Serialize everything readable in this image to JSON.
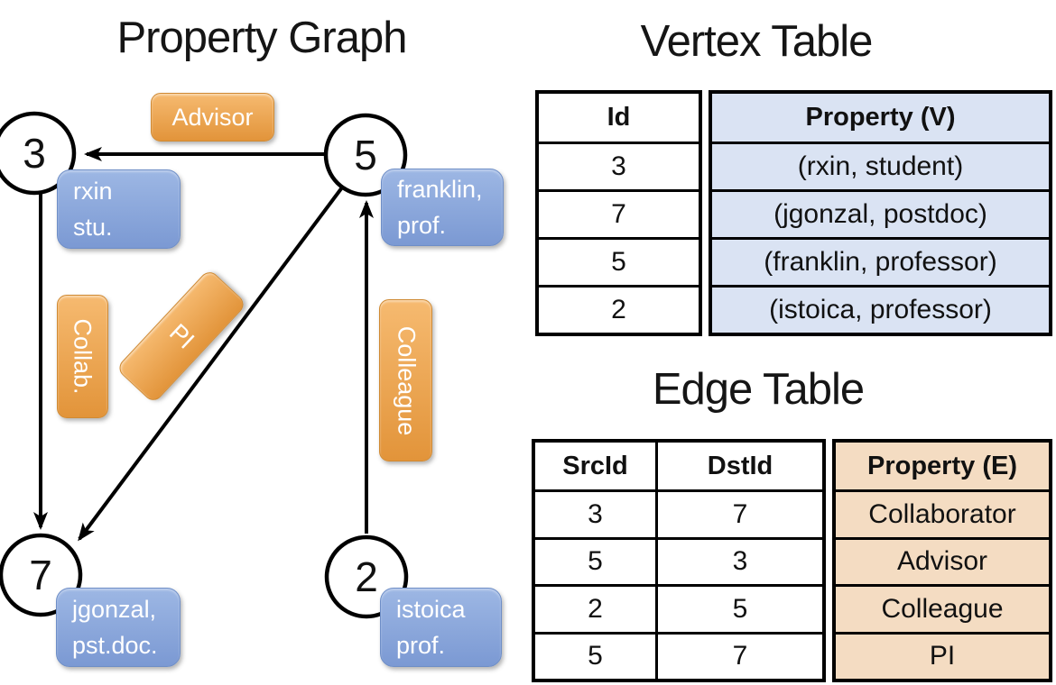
{
  "titles": {
    "graph": "Property Graph",
    "vertex_table": "Vertex Table",
    "edge_table": "Edge Table"
  },
  "graph": {
    "nodes": [
      {
        "id": "3",
        "lines": [
          "rxin",
          "stu."
        ]
      },
      {
        "id": "5",
        "lines": [
          "franklin,",
          "prof."
        ]
      },
      {
        "id": "7",
        "lines": [
          "jgonzal,",
          "pst.doc."
        ]
      },
      {
        "id": "2",
        "lines": [
          "istoica",
          "prof."
        ]
      }
    ],
    "edges": [
      {
        "label": "Advisor",
        "src": "5",
        "dst": "3"
      },
      {
        "label": "Collab.",
        "src": "3",
        "dst": "7"
      },
      {
        "label": "PI",
        "src": "5",
        "dst": "7"
      },
      {
        "label": "Colleague",
        "src": "2",
        "dst": "5"
      }
    ]
  },
  "vertex_table": {
    "headers": {
      "id": "Id",
      "property": "Property (V)"
    },
    "rows": [
      {
        "id": "3",
        "property": "(rxin, student)"
      },
      {
        "id": "7",
        "property": "(jgonzal, postdoc)"
      },
      {
        "id": "5",
        "property": "(franklin, professor)"
      },
      {
        "id": "2",
        "property": "(istoica, professor)"
      }
    ]
  },
  "edge_table": {
    "headers": {
      "src": "SrcId",
      "dst": "DstId",
      "property": "Property (E)"
    },
    "rows": [
      {
        "src": "3",
        "dst": "7",
        "property": "Collaborator"
      },
      {
        "src": "5",
        "dst": "3",
        "property": "Advisor"
      },
      {
        "src": "2",
        "dst": "5",
        "property": "Colleague"
      },
      {
        "src": "5",
        "dst": "7",
        "property": "PI"
      }
    ]
  },
  "colors": {
    "edge_label_orange_top": "#f6ba70",
    "edge_label_orange_bottom": "#e2943a",
    "vertex_label_blue_top": "#9db7e4",
    "vertex_label_blue_bottom": "#7b99d3",
    "vertex_property_fill": "#dae3f3",
    "edge_property_fill": "#f4dcc2"
  }
}
